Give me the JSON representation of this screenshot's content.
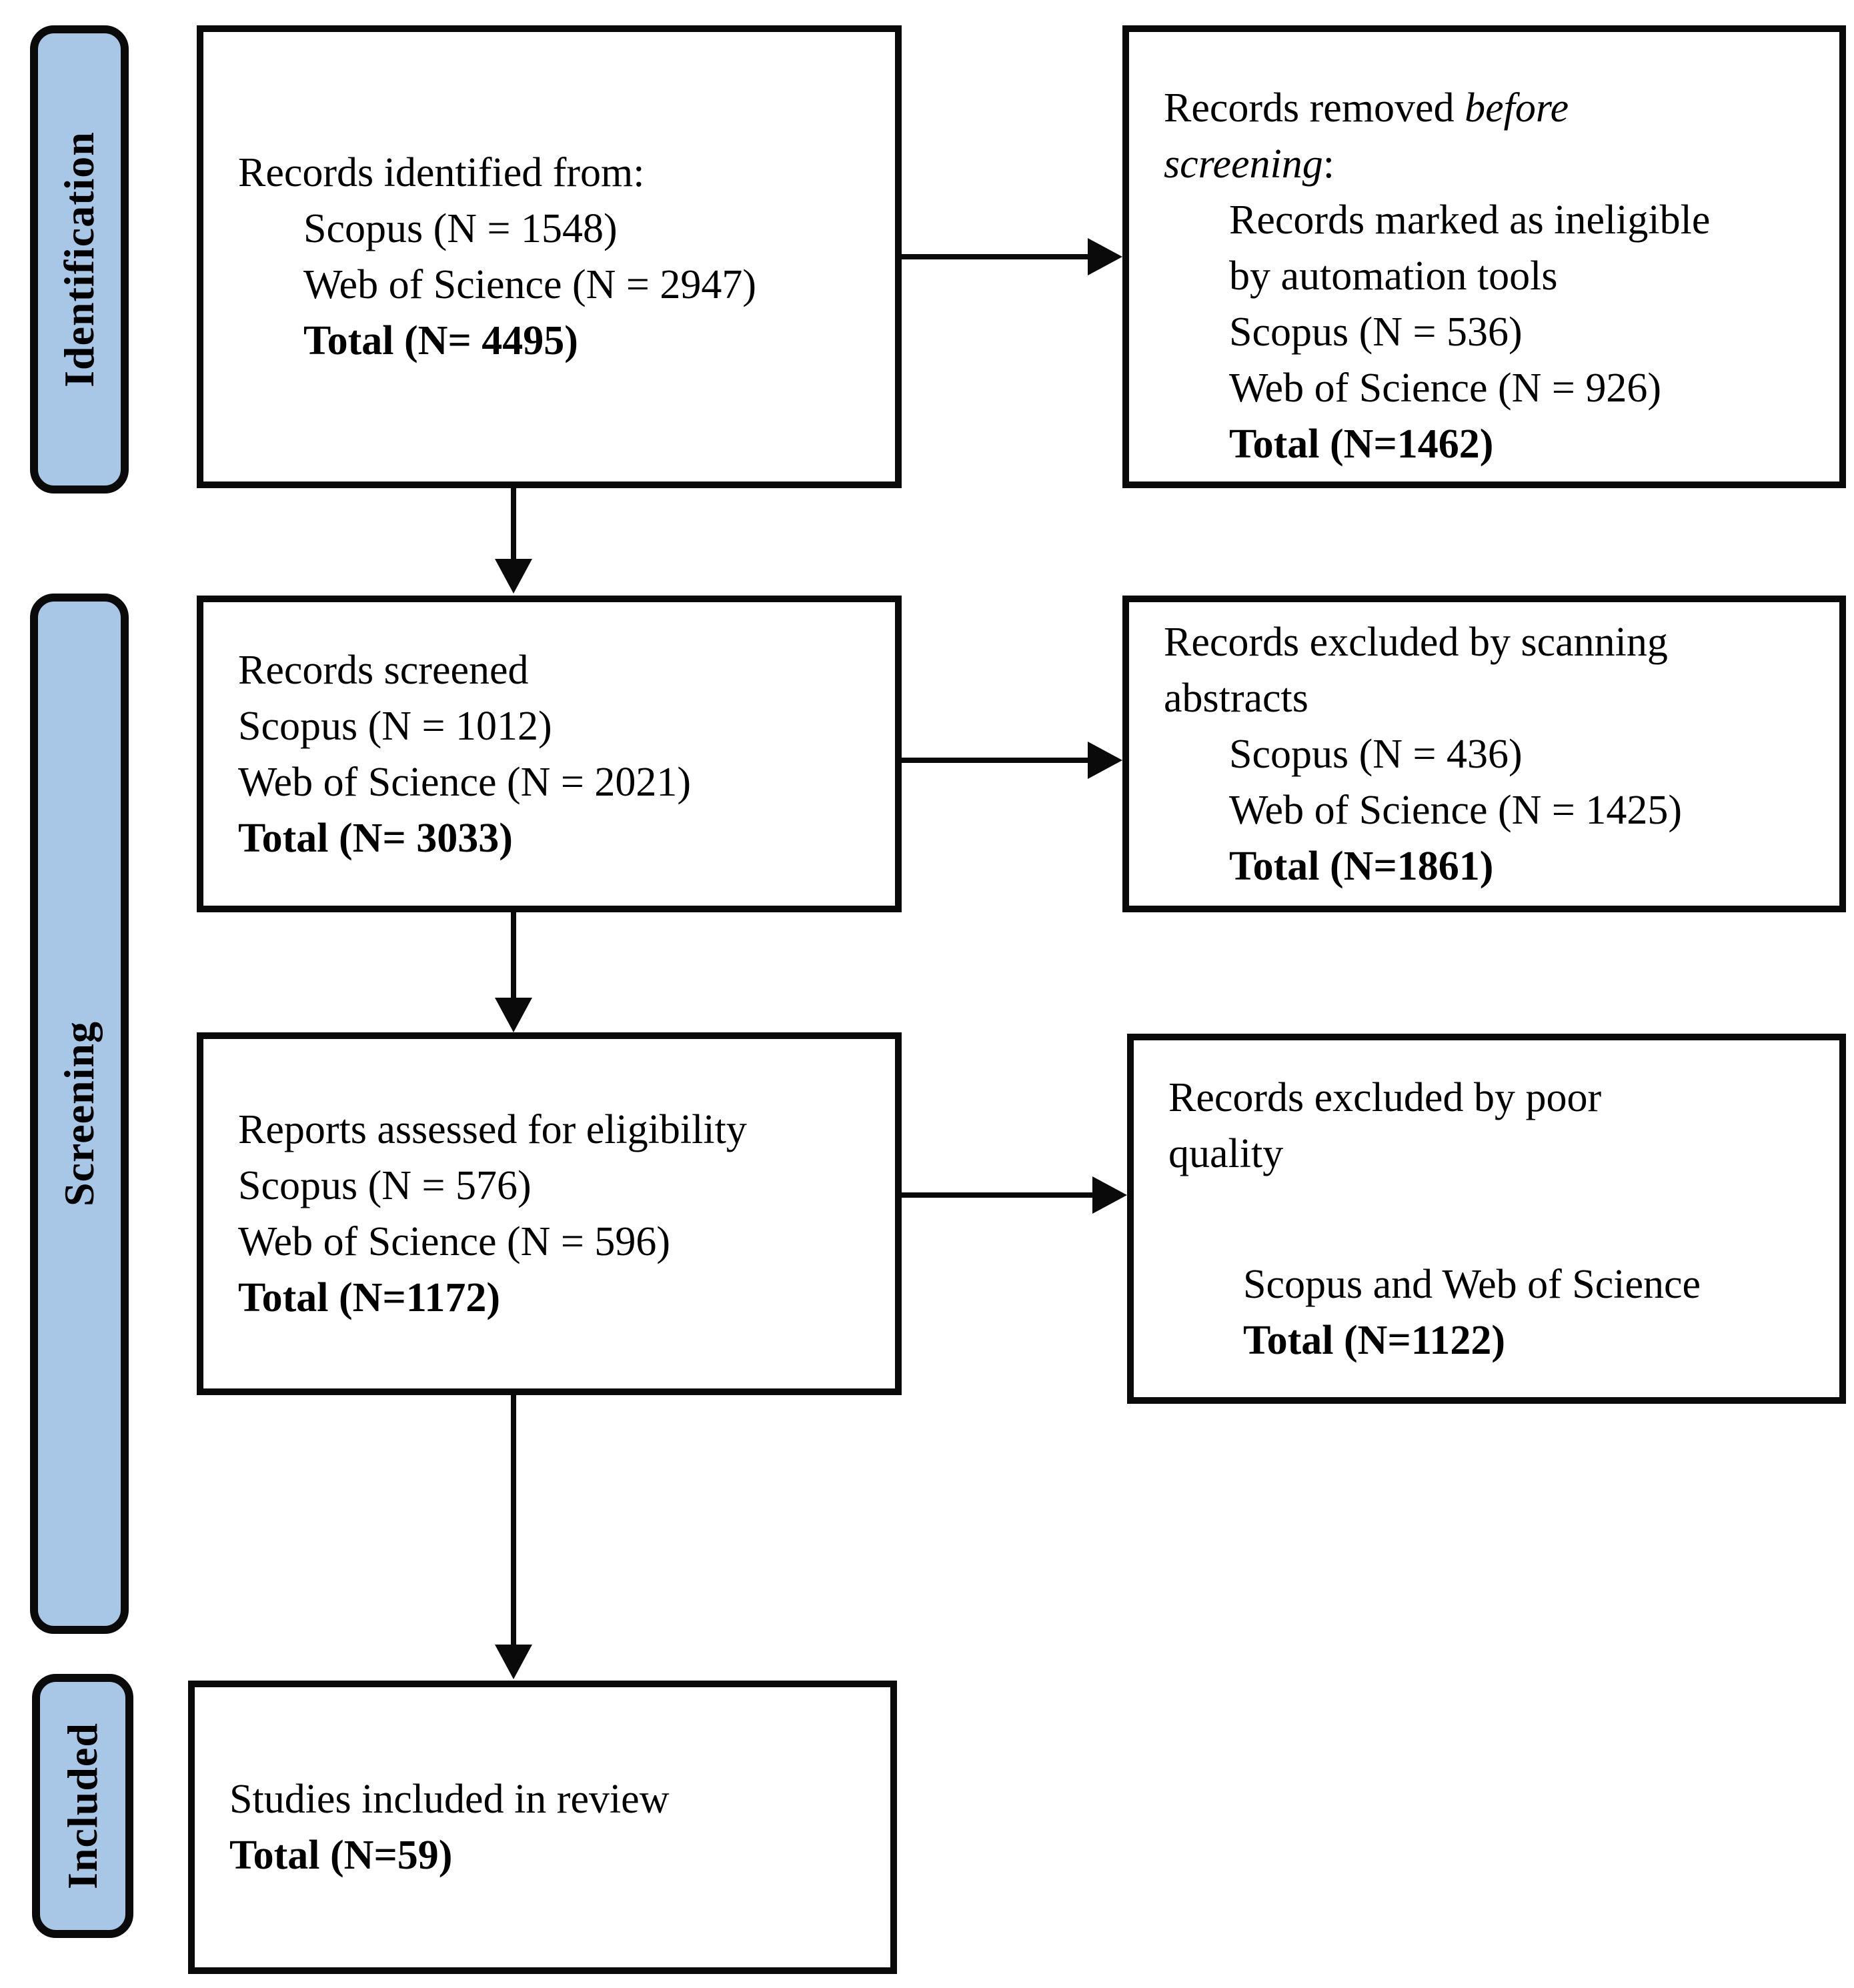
{
  "colors": {
    "stage_fill": "#a8c7e7",
    "border": "#0a0a0a",
    "background": "#ffffff"
  },
  "stages": {
    "identification": "Identification",
    "screening": "Screening",
    "included": "Included"
  },
  "flow": {
    "identified": {
      "title": "Records identified from:",
      "scopus": "Scopus (N = 1548)",
      "wos": "Web of Science (N = 2947)",
      "total": "Total (N= 4495)"
    },
    "removed": {
      "title_plain": "Records removed ",
      "title_italic": "before",
      "title_italic2": "screening",
      "title_colon": ":",
      "reason_line1": "Records marked as ineligible",
      "reason_line2": "by automation tools",
      "scopus": "Scopus (N = 536)",
      "wos": "Web of Science (N = 926)",
      "total": "Total (N=1462)"
    },
    "screened": {
      "title": "Records screened",
      "scopus": "Scopus (N = 1012)",
      "wos": "Web of Science (N = 2021)",
      "total": "Total (N= 3033)"
    },
    "excluded_abstracts": {
      "title_line1": "Records excluded by scanning",
      "title_line2": "abstracts",
      "scopus": "Scopus (N = 436)",
      "wos": "Web of Science (N = 1425)",
      "total": "Total (N=1861)"
    },
    "assessed": {
      "title": "Reports assessed for eligibility",
      "scopus": "Scopus (N = 576)",
      "wos": "Web of Science (N = 596)",
      "total": "Total (N=1172)"
    },
    "excluded_quality": {
      "title_line1": "Records excluded by poor",
      "title_line2": "quality",
      "sources": "Scopus and Web of Science",
      "total": "Total (N=1122)"
    },
    "included_box": {
      "title": "Studies included in review",
      "total": "Total (N=59)"
    }
  }
}
